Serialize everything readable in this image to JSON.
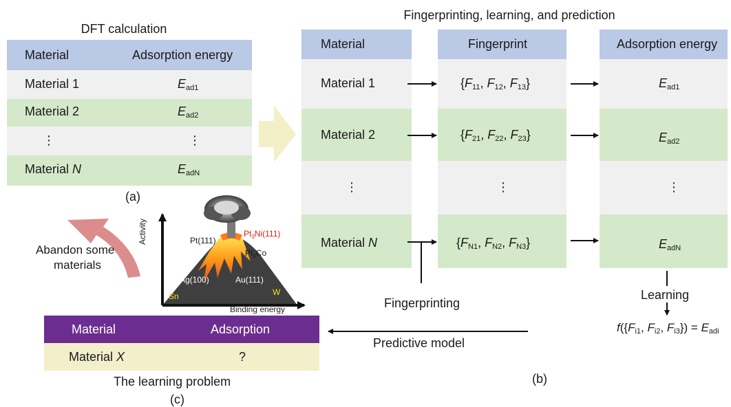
{
  "panel_a": {
    "title": "DFT calculation",
    "header": {
      "col1": "Material",
      "col2": "Adsorption energy"
    },
    "rows": [
      {
        "material": "Material 1",
        "energy_base": "E",
        "energy_sub": "ad1"
      },
      {
        "material": "Material 2",
        "energy_base": "E",
        "energy_sub": "ad2"
      },
      {
        "material": "⋮",
        "energy_base": "⋮",
        "energy_sub": ""
      },
      {
        "material_base": "Material ",
        "material_var": "N",
        "energy_base": "E",
        "energy_sub": "adN"
      }
    ],
    "caption": "(a)"
  },
  "panel_b": {
    "title": "Fingerprinting, learning, and prediction",
    "col_material": {
      "header": "Material",
      "rows": [
        {
          "label": "Material 1"
        },
        {
          "label": "Material 2"
        },
        {
          "label": "⋮"
        },
        {
          "label_base": "Material ",
          "label_var": "N"
        }
      ]
    },
    "col_fingerprint": {
      "header": "Fingerprint",
      "rows": [
        {
          "open": "{",
          "f": "F",
          "s1": "11",
          "s2": "12",
          "s3": "13",
          "close": "}"
        },
        {
          "open": "{",
          "f": "F",
          "s1": "21",
          "s2": "22",
          "s3": "23",
          "close": "}"
        },
        {
          "dots": "⋮"
        },
        {
          "open": "{",
          "f": "F",
          "s1": "N1",
          "s2": "N2",
          "s3": "N3",
          "close": "}"
        }
      ]
    },
    "col_energy": {
      "header": "Adsorption energy",
      "rows": [
        {
          "base": "E",
          "sub": "ad1"
        },
        {
          "base": "E",
          "sub": "ad2"
        },
        {
          "dots": "⋮"
        },
        {
          "base": "E",
          "sub": "adN"
        }
      ]
    },
    "fingerprinting_label": "Fingerprinting",
    "learning_label": "Learning",
    "equation": {
      "f": "f",
      "F": "F",
      "s1": "i1",
      "s2": "i2",
      "s3": "i3",
      "E": "E",
      "Esub": "adi"
    },
    "predictive_label": "Predictive model",
    "caption": "(b)"
  },
  "panel_c": {
    "abandon_line1": "Abandon some",
    "abandon_line2": "materials",
    "axis_y": "Activity",
    "axis_x": "Binding energy",
    "volcano_labels": {
      "pt111": "Pt(111)",
      "pt3ni_a": "Pt",
      "pt3ni_sub": "3",
      "pt3ni_b": "Ni(111)",
      "pt3co_a": "Pt",
      "pt3co_sub": "3",
      "pt3co_b": "Co",
      "ag100": "Ag(100)",
      "au111": "Au(111)",
      "sn": "Sn",
      "w": "W"
    },
    "table": {
      "col1": "Material",
      "col2": "Adsorption",
      "row_material_base": "Material ",
      "row_material_var": "X",
      "row_value": "?"
    },
    "title": "The learning problem",
    "caption": "(c)"
  },
  "colors": {
    "header_blue": "#b9c9e6",
    "row_green": "#d4e9c9",
    "row_grey": "#f0f0f0",
    "header_purple": "#6b2d8f",
    "row_cream": "#f3efcb",
    "big_arrow": "#f3efc6",
    "curved_arrow": "#dc8c8c",
    "pt3ni_red": "#e01a1a",
    "sn_w_yellow": "#f2e01a"
  }
}
